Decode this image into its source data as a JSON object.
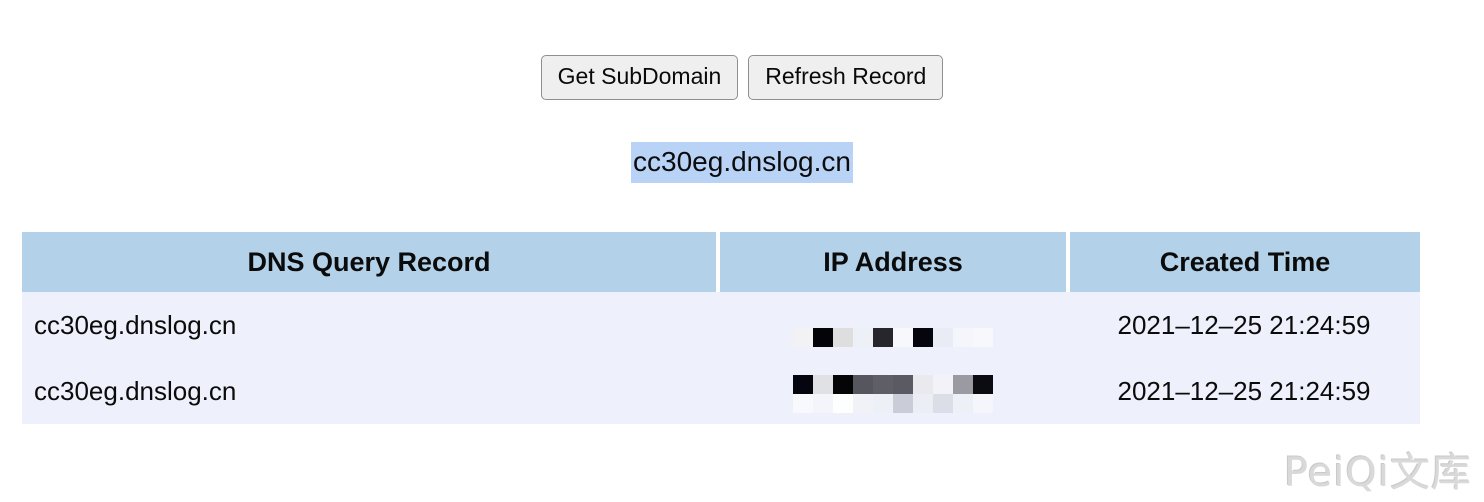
{
  "toolbar": {
    "get_subdomain_label": "Get SubDomain",
    "refresh_record_label": "Refresh Record"
  },
  "subdomain": {
    "value": "cc30eg.dnslog.cn",
    "selection_color": "#b9d3f7"
  },
  "table": {
    "header_background": "#b3d1e8",
    "row_background": "#eef0fb",
    "columns": [
      {
        "key": "record",
        "label": "DNS Query Record"
      },
      {
        "key": "ip",
        "label": "IP Address"
      },
      {
        "key": "time",
        "label": "Created Time"
      }
    ],
    "rows": [
      {
        "record": "cc30eg.dnslog.cn",
        "ip_redacted": true,
        "ip_mosaic": [
          [
            "#f2f2f4",
            "#030308",
            "#dededf",
            "#eef0f7",
            "#26262c",
            "#f7f8fc",
            "#05050e",
            "#e9ecf4",
            "#f4f6fc",
            "#f7f8fc"
          ]
        ],
        "time": "2021–12–25 21:24:59"
      },
      {
        "record": "cc30eg.dnslog.cn",
        "ip_redacted": true,
        "ip_mosaic": [
          [
            "#050510",
            "#dfe1e5",
            "#050508",
            "#56565e",
            "#5e5e66",
            "#5a5a62",
            "#e9e9ee",
            "#f1f3f9",
            "#9a9aa2",
            "#0b0b12"
          ],
          [
            "#f7f9fd",
            "#f3f5fb",
            "#fdfefe",
            "#f0f2f8",
            "#eef0f7",
            "#cacdd8",
            "#eceef5",
            "#dcdee7",
            "#eef0f7",
            "#f4f6fc"
          ]
        ],
        "time": "2021–12–25 21:24:59"
      }
    ]
  },
  "watermark": {
    "text": "PeiQi文库"
  }
}
